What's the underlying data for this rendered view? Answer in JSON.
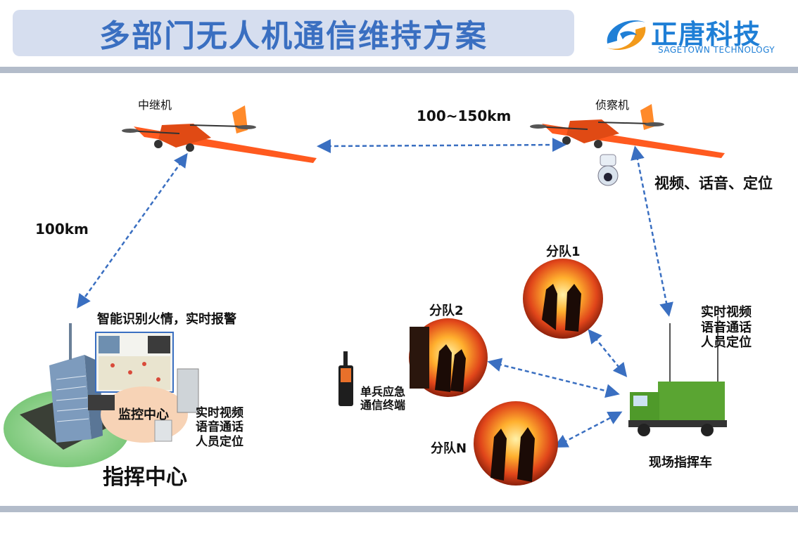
{
  "header": {
    "title": "多部门无人机通信维持方案",
    "logo_name": "正唐科技",
    "logo_subtitle": "SAGETOWN TECHNOLOGY"
  },
  "diagram": {
    "relay_drone_label": "中继机",
    "recon_drone_label": "侦察机",
    "link_range_label": "100~150km",
    "ground_range_label": "100km",
    "recon_capabilities": "视频、话音、定位",
    "fire_detection_label": "智能识别火情，实时报警",
    "monitor_center_label": "监控中心",
    "command_center_label": "指挥中心",
    "center_services": "实时视频\n语音通话\n人员定位",
    "vehicle_services": "实时视频\n语音通话\n人员定位",
    "field_vehicle_label": "现场指挥车",
    "team1_label": "分队1",
    "team2_label": "分队2",
    "teamN_label": "分队N",
    "terminal_label": "单兵应急\n通信终端"
  },
  "colors": {
    "title_bg": "#d6deef",
    "title_text": "#3a6fc1",
    "link_arrow": "#3a6fc1",
    "drone_body": "#ff5a1f",
    "brand_blue": "#1f7fd6",
    "brand_orange": "#f29a1b",
    "rule_bar": "#b3bcca"
  }
}
